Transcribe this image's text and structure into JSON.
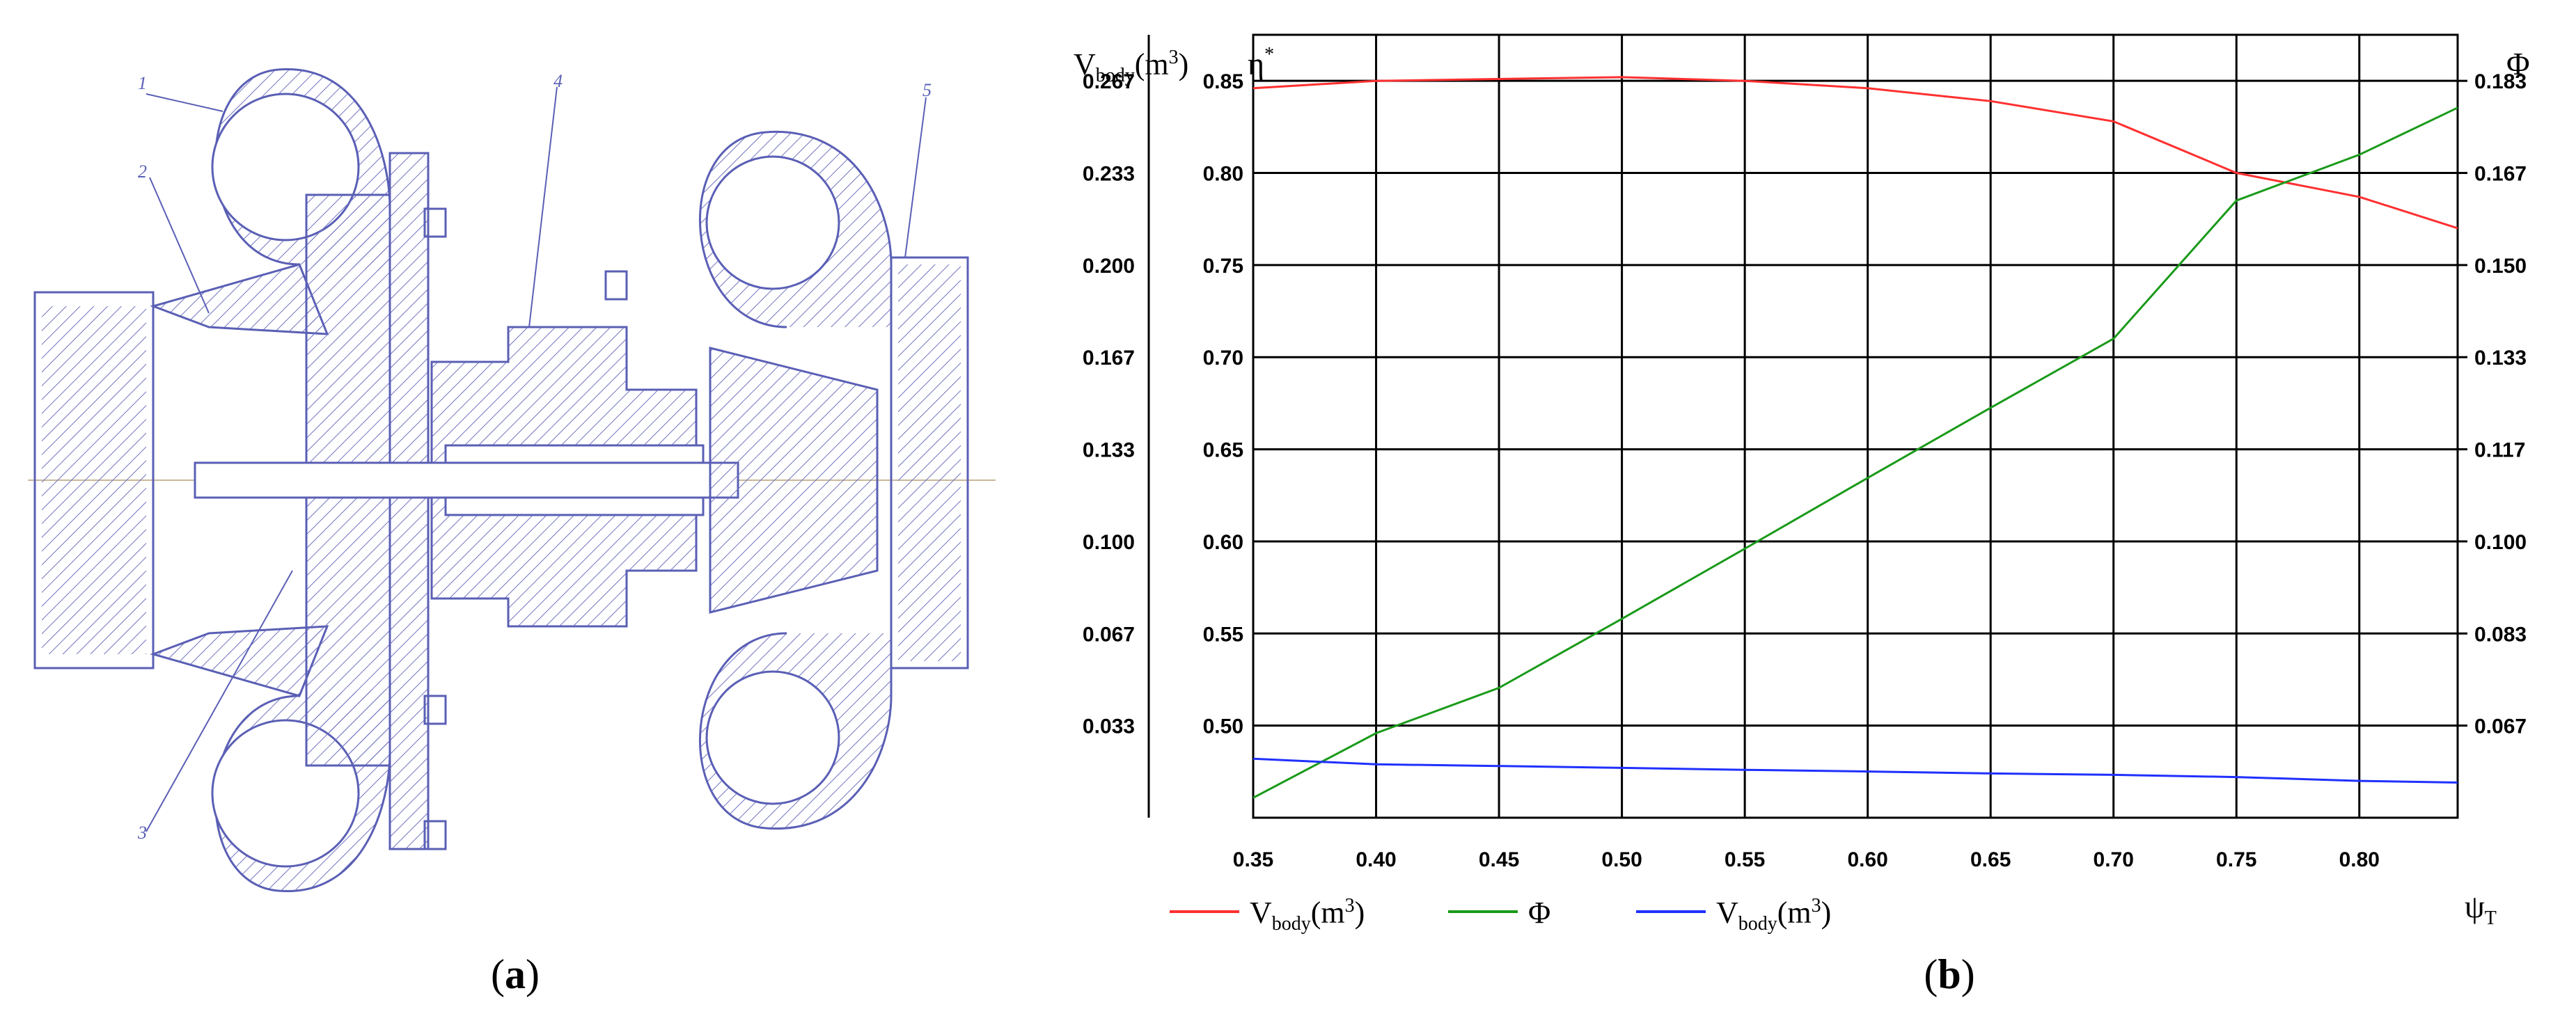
{
  "panels": {
    "a": {
      "label_open": "(",
      "label_letter": "a",
      "label_close": ")"
    },
    "b": {
      "label_open": "(",
      "label_letter": "b",
      "label_close": ")"
    }
  },
  "drawing": {
    "part_numbers": [
      "1",
      "2",
      "3",
      "4",
      "5"
    ],
    "colors": {
      "line": "#5a5fb5",
      "centerline": "#c8b89a",
      "hatch": "#6f73c0"
    }
  },
  "chart_data": {
    "type": "line",
    "x": [
      0.35,
      0.4,
      0.45,
      0.5,
      0.55,
      0.6,
      0.65,
      0.7,
      0.75,
      0.8,
      0.84
    ],
    "xlim": [
      0.35,
      0.84
    ],
    "x_ticks": [
      "0.35",
      "0.40",
      "0.45",
      "0.50",
      "0.55",
      "0.60",
      "0.65",
      "0.70",
      "0.75",
      "0.80"
    ],
    "x_label": {
      "main": "ψ",
      "sub": "T"
    },
    "left_axis_1": {
      "label": {
        "main": "V",
        "sub": "body",
        "unit": "(m",
        "sup": "3",
        "close": ")"
      },
      "ylim": [
        0.0,
        0.283
      ],
      "ticks": [
        "0.267",
        "0.233",
        "0.200",
        "0.167",
        "0.133",
        "0.100",
        "0.067",
        "0.033"
      ]
    },
    "left_axis_2": {
      "label": {
        "main": "η",
        "sup": "*"
      },
      "ylim": [
        0.45,
        0.875
      ],
      "ticks": [
        "0.85",
        "0.80",
        "0.75",
        "0.70",
        "0.65",
        "0.60",
        "0.55",
        "0.50"
      ]
    },
    "right_axis": {
      "label": "Φ",
      "ylim": [
        0.05,
        0.1917
      ],
      "ticks": [
        "0.183",
        "0.167",
        "0.150",
        "0.133",
        "0.117",
        "0.100",
        "0.083",
        "0.067"
      ]
    },
    "series": [
      {
        "name": "V_body(m³)",
        "axis": "eta",
        "color": "#ff3030",
        "values": [
          0.846,
          0.85,
          0.851,
          0.852,
          0.85,
          0.846,
          0.839,
          0.828,
          0.8,
          0.787,
          0.77
        ]
      },
      {
        "name": "Φ",
        "axis": "phi",
        "color": "#1a9a1a",
        "values": [
          0.0536,
          0.0653,
          0.0735,
          0.086,
          0.0987,
          0.1115,
          0.1242,
          0.1367,
          0.1617,
          0.17,
          0.1785
        ]
      },
      {
        "name": "V_body(m³)",
        "axis": "vbody",
        "color": "#2030ff",
        "values": [
          0.0213,
          0.0193,
          0.0187,
          0.018,
          0.0173,
          0.0167,
          0.016,
          0.0155,
          0.0147,
          0.0133,
          0.0127
        ]
      }
    ],
    "legend": [
      {
        "main": "V",
        "sub": "body",
        "unit": "(m",
        "sup": "3",
        "close": ")",
        "color": "#ff3030"
      },
      {
        "main": "Φ",
        "color": "#1a9a1a"
      },
      {
        "main": "V",
        "sub": "body",
        "unit": "(m",
        "sup": "3",
        "close": ")",
        "color": "#2030ff"
      }
    ],
    "grid": true,
    "legend_position": "bottom"
  }
}
